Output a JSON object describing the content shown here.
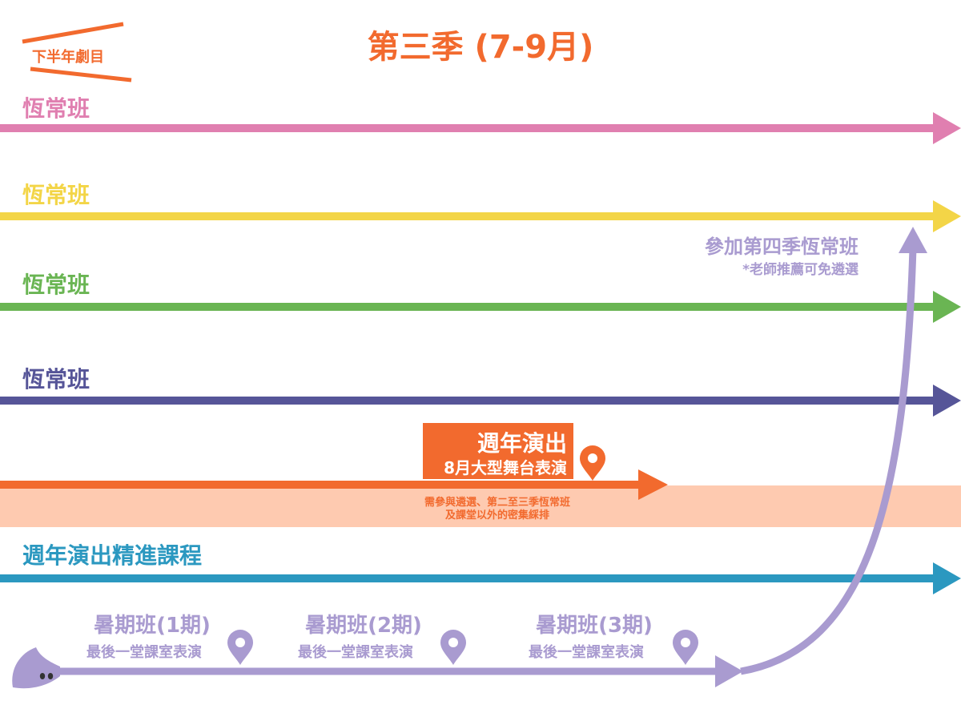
{
  "header": {
    "title": "第三季 (7-9月)",
    "corner_label": "下半年劇目"
  },
  "lanes": [
    {
      "label": "恆常班",
      "color": "#e07fb0"
    },
    {
      "label": "恆常班",
      "color": "#f3d547"
    },
    {
      "label": "恆常班",
      "color": "#6ab553"
    },
    {
      "label": "恆常班",
      "color": "#565598"
    },
    {
      "label": "",
      "color": "#f26a2e"
    },
    {
      "label": "週年演出精進課程",
      "color": "#2b98c0"
    }
  ],
  "anniversary": {
    "title": "週年演出",
    "subtitle": "8月大型舞台表演",
    "note_line1": "需參與遴選、第二至三季恆常班",
    "note_line2": "及課堂以外的密集綵排",
    "band_color": "#fecab0"
  },
  "upgrade": {
    "title": "參加第四季恆常班",
    "note": "*老師推薦可免遴選",
    "color": "#a99bd0"
  },
  "summer_classes": [
    {
      "title": "暑期班(1期)",
      "subtitle": "最後一堂課室表演"
    },
    {
      "title": "暑期班(2期)",
      "subtitle": "最後一堂課室表演"
    },
    {
      "title": "暑期班(3期)",
      "subtitle": "最後一堂課室表演"
    }
  ],
  "icons": {
    "pin": "location-pin-icon",
    "character": "mascot-icon"
  }
}
